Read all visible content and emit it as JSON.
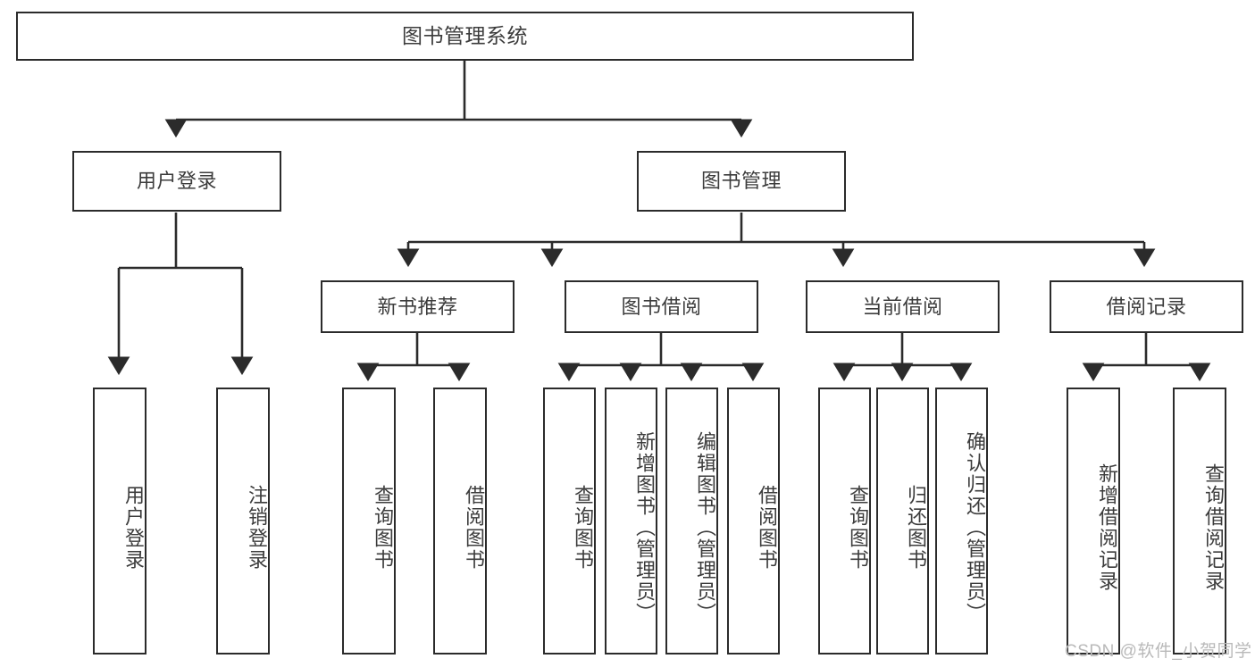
{
  "diagram": {
    "title": "图书管理系统",
    "type": "tree-hierarchy",
    "watermark": "CSDN @软件_小贺同学",
    "colors": {
      "stroke": "#2b2b2b",
      "text": "#3c3c3c",
      "background": "#ffffff",
      "watermark": "#b9b9b9"
    },
    "nodes": {
      "root": "图书管理系统",
      "level2": {
        "user_login": "用户登录",
        "book_manage": "图书管理"
      },
      "level3": {
        "new_book_rec": "新书推荐",
        "book_borrow": "图书借阅",
        "current_borrow": "当前借阅",
        "borrow_record": "借阅记录"
      },
      "leaves": {
        "user_login_1": "用户登录",
        "user_login_2": "注销登录",
        "new_book_rec_1": "查询图书",
        "new_book_rec_2": "借阅图书",
        "book_borrow_1": "查询图书",
        "book_borrow_2": "新增图书（管理员）",
        "book_borrow_3": "编辑图书（管理员）",
        "book_borrow_4": "借阅图书",
        "current_borrow_1": "查询图书",
        "current_borrow_2": "归还图书",
        "current_borrow_3": "确认归还（管理员）",
        "borrow_record_1": "新增借阅记录",
        "borrow_record_2": "查询借阅记录"
      }
    }
  }
}
